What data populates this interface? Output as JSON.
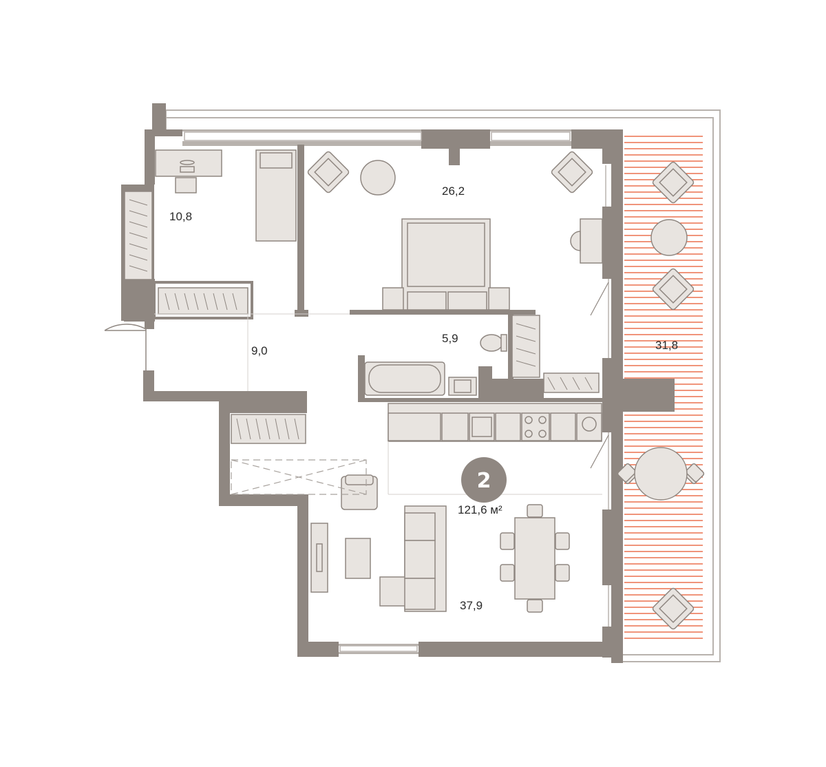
{
  "plan": {
    "rooms_count": "2",
    "total_area": "121,6 м²",
    "rooms": [
      {
        "id": "study-bedroom",
        "area": "10,8"
      },
      {
        "id": "bedroom",
        "area": "26,2"
      },
      {
        "id": "hallway",
        "area": "9,0"
      },
      {
        "id": "bathroom",
        "area": "5,9"
      },
      {
        "id": "living-kitchen",
        "area": "37,9"
      },
      {
        "id": "terrace",
        "area": "31,8"
      }
    ]
  },
  "colors": {
    "wall": "#8f8781",
    "furniture_fill": "#e8e4e0",
    "furniture_stroke": "#8f8781",
    "terrace_stripes": "#e8542a",
    "badge": "#8f8781"
  }
}
